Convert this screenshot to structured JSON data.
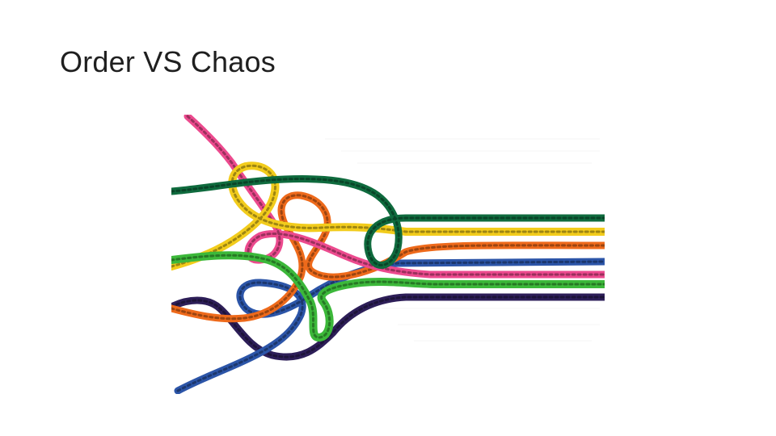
{
  "slide": {
    "title": "Order VS Chaos"
  },
  "picture": {
    "subject": "rope-bundle",
    "ropes": [
      {
        "name": "dark-green-rope",
        "color": "#0f6b3e"
      },
      {
        "name": "yellow-rope",
        "color": "#f2cc1c"
      },
      {
        "name": "orange-rope",
        "color": "#ee6a1b"
      },
      {
        "name": "blue-rope",
        "color": "#2c55a8"
      },
      {
        "name": "pink-rope",
        "color": "#ec4a8e"
      },
      {
        "name": "light-green-rope",
        "color": "#3cb83a"
      },
      {
        "name": "navy-purple-rope",
        "color": "#2d1e58"
      }
    ]
  }
}
